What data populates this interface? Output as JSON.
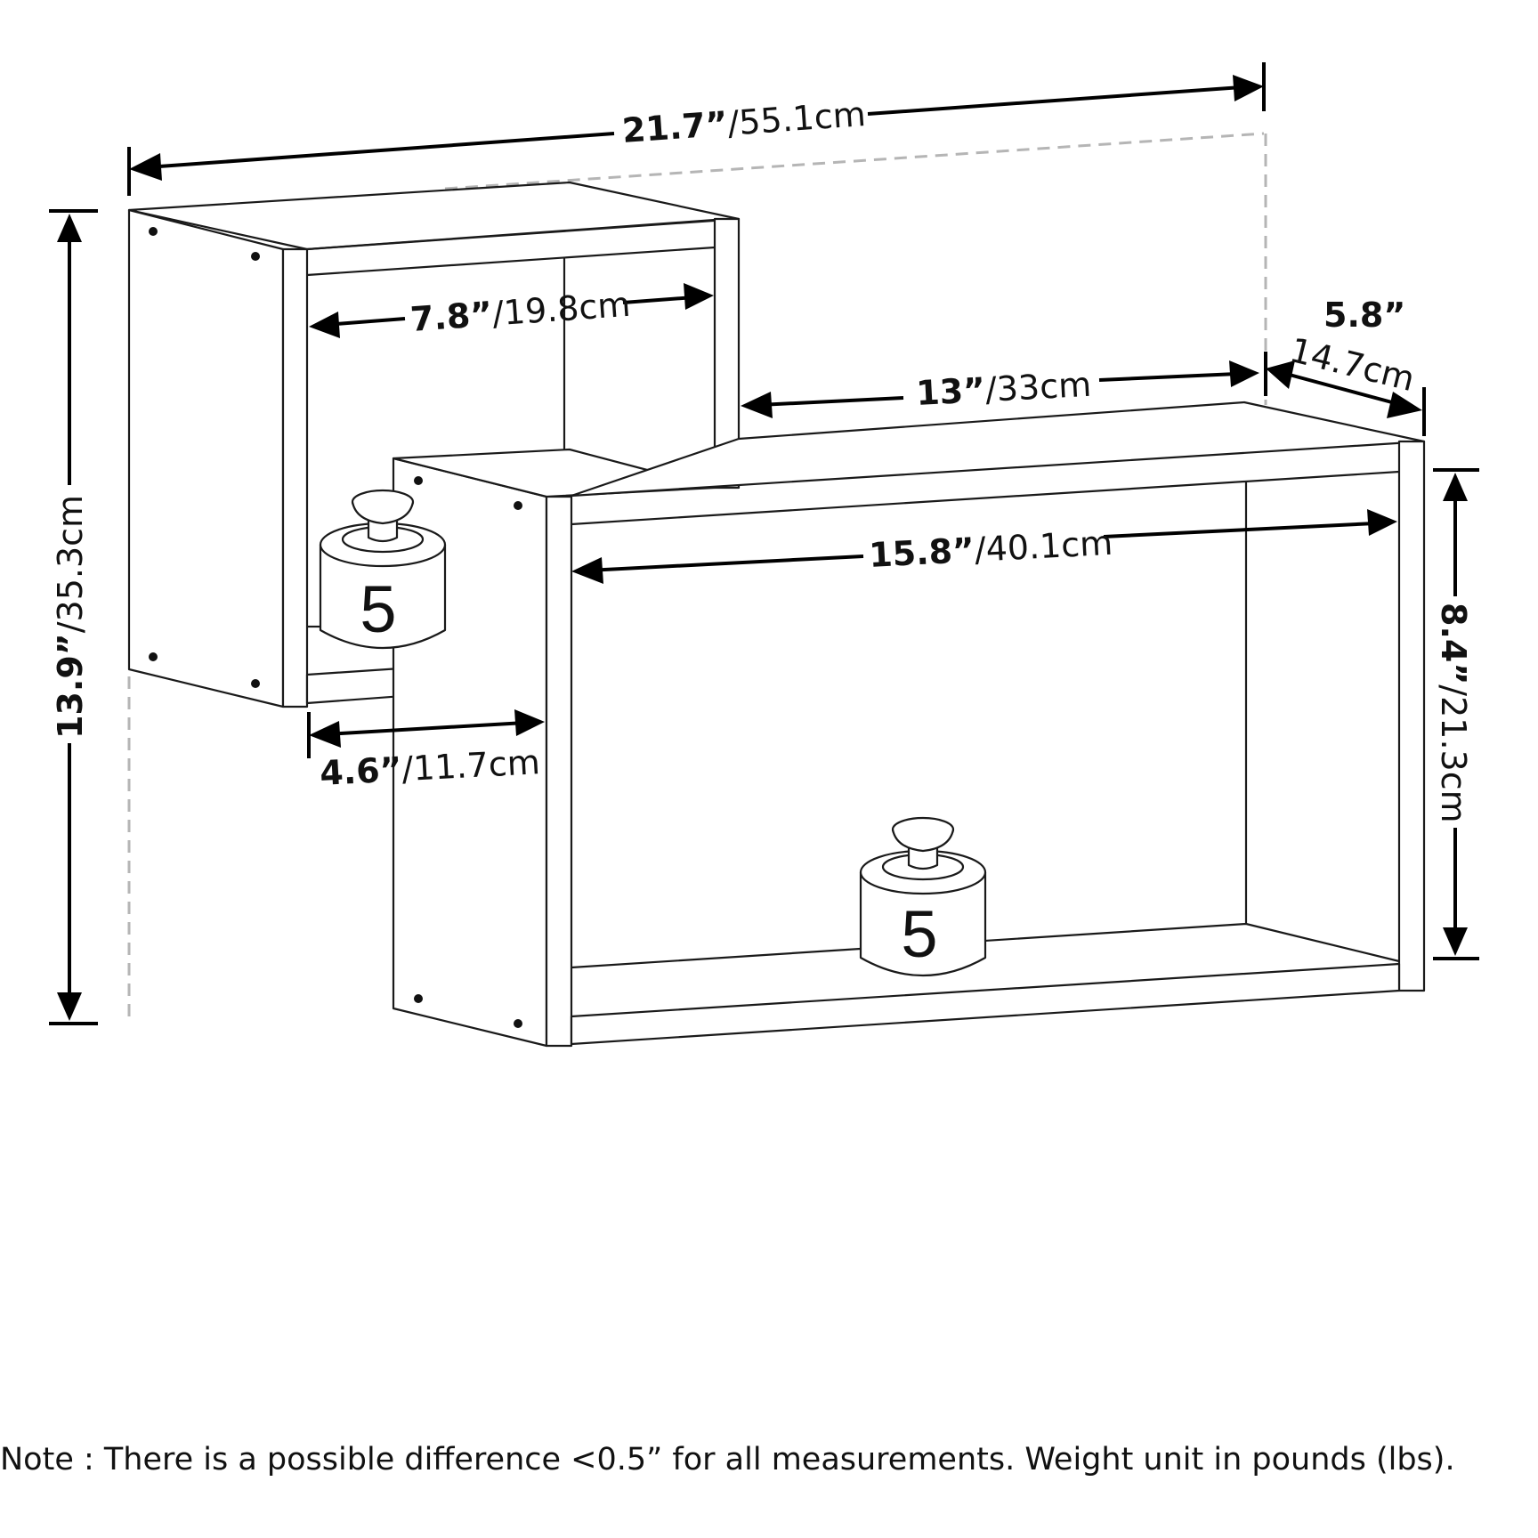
{
  "dimensions": {
    "overall_width": {
      "in": "21.7”",
      "cm": "/55.1cm"
    },
    "overall_height": {
      "in": "13.9”",
      "cm": "/35.3cm"
    },
    "upper_cubby_width": {
      "in": "7.8”",
      "cm": "/19.8cm"
    },
    "upper_shelf_span": {
      "in": "13”",
      "cm": "/33cm"
    },
    "depth": {
      "in": "5.8”",
      "cm": "14.7cm"
    },
    "lower_width": {
      "in": "15.8”",
      "cm": "/40.1cm"
    },
    "lower_height": {
      "in": "8.4”",
      "cm": "/21.3cm"
    },
    "small_cubby_width": {
      "in": "4.6”",
      "cm": "/11.7cm"
    }
  },
  "weights": {
    "upper": "5",
    "lower": "5"
  },
  "note": "Note : There is a possible difference <0.5” for all measurements. Weight unit in pounds (lbs)."
}
